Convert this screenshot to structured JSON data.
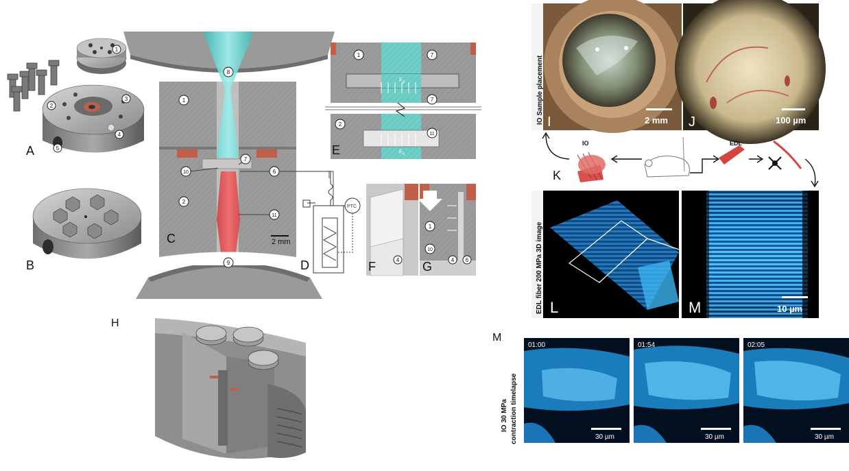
{
  "panel_letters": {
    "A": "A",
    "B": "B",
    "C": "C",
    "D": "D",
    "E": "E",
    "F": "F",
    "G": "G",
    "H": "H",
    "I": "I",
    "J": "J",
    "K": "K",
    "L": "L",
    "M_top": "M",
    "M_bottom": "M"
  },
  "part_numbers": {
    "n1": "1",
    "n2": "2",
    "n3": "3",
    "n4": "4",
    "n5": "5",
    "n6": "6",
    "n7": "7",
    "n8": "8",
    "n9": "9",
    "n10": "10",
    "n11": "11"
  },
  "scale_bars": {
    "cell": "2 mm",
    "io_placement": "2 mm",
    "io_zoom": "100 µm",
    "edl_zoom": "10 µm",
    "timelapse_1": "30 µm",
    "timelapse_2": "30 µm",
    "timelapse_3": "30 µm"
  },
  "labels": {
    "sample_placement": "IO Sample placement",
    "edl_3d": "EDL fiber 200 MPa 3D image",
    "timelapse_line1": "IO 30 MPa",
    "timelapse_line2": "contraction timelapse",
    "io": "IO",
    "edl": "EDL",
    "ptc": "PTC",
    "fp": "F",
    "fp_sub": "p",
    "fs": "F",
    "fs_sub": "s"
  },
  "timestamps": [
    "01:00",
    "01:54",
    "02:05"
  ],
  "colors": {
    "cyan": "#5fd0cc",
    "red": "#d9363e",
    "copper": "#c0604a",
    "steel": "#8c8c8c",
    "fluor": "#1e8fd6"
  }
}
